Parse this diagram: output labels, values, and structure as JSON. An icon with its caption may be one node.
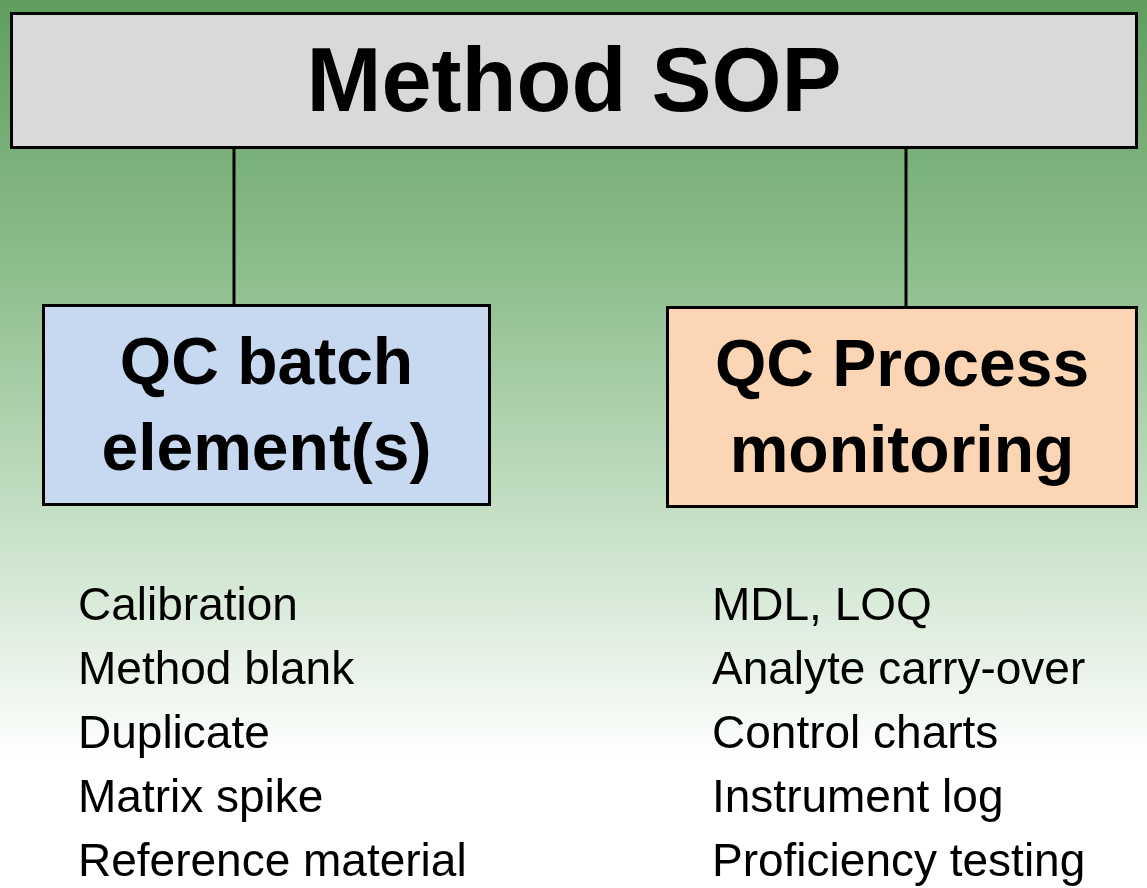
{
  "diagram": {
    "nodes": [
      {
        "text": [
          "Method SOP"
        ]
      },
      {
        "text": [
          "QC batch element(s)"
        ],
        "beside": [
          "Calibration",
          "Method blank",
          "Duplicate",
          "Matrix spike",
          "Reference material"
        ]
      },
      {
        "text": [
          "QC Process monitoring"
        ],
        "beside": [
          "MDL, LOQ",
          "Analyte carry-over",
          "Control charts",
          "Instrument log",
          "Proficiency testing"
        ]
      }
    ],
    "edges": [
      {
        "from": 0,
        "to": 1,
        "arrow": "none"
      },
      {
        "from": 0,
        "to": 2,
        "arrow": "none"
      }
    ]
  }
}
